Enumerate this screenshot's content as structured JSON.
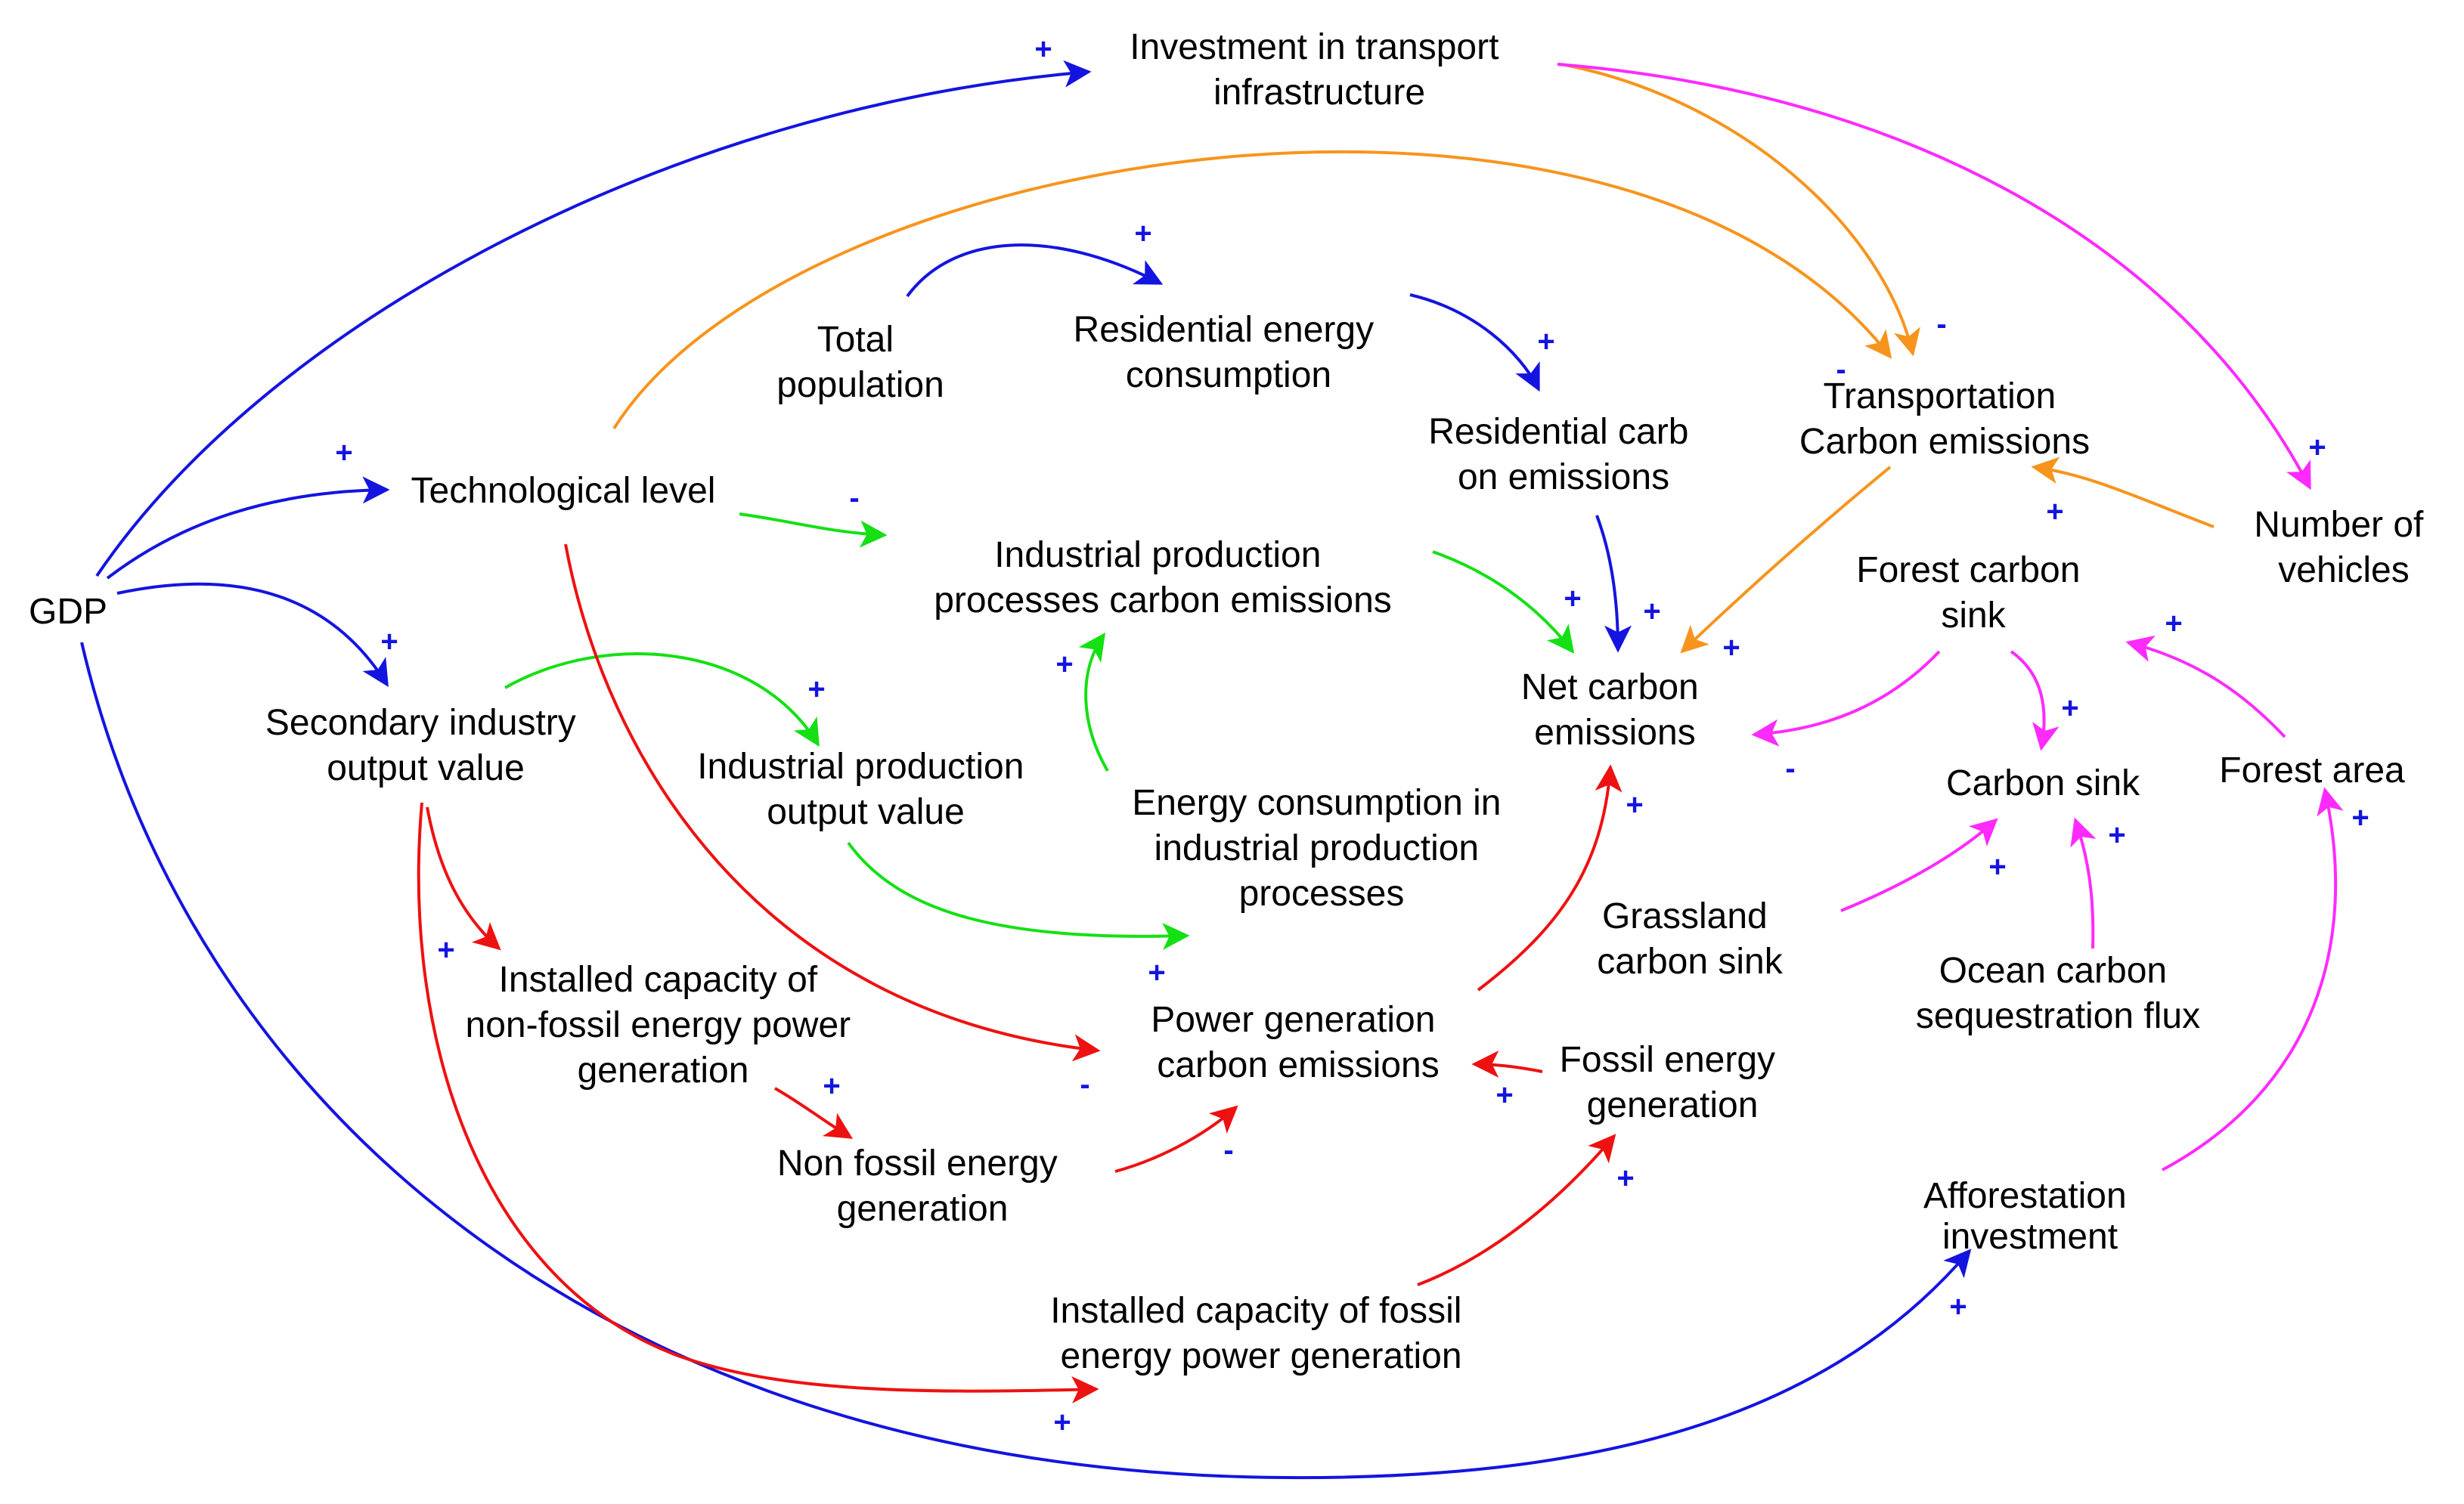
{
  "colors": {
    "blue": "#1414e0",
    "orange": "#f7941d",
    "magenta": "#ff2aff",
    "green": "#14e014",
    "red": "#ee1111",
    "sign": "#1414e0"
  },
  "nodes": {
    "investment_transport": [
      "Investment in transport",
      "infrastructure"
    ],
    "gdp": [
      "GDP"
    ],
    "technological_level": [
      "Technological level"
    ],
    "total_population": [
      "Total",
      "population"
    ],
    "residential_energy": [
      "Residential energy",
      "consumption"
    ],
    "residential_carbon": [
      "Residential carb",
      "on emissions"
    ],
    "transportation_carbon": [
      "Transportation",
      "Carbon emissions"
    ],
    "number_vehicles": [
      "Number of",
      "vehicles"
    ],
    "industrial_process_carbon": [
      "Industrial production",
      "processes carbon emissions"
    ],
    "net_carbon": [
      "Net carbon",
      "emissions"
    ],
    "forest_carbon_sink": [
      "Forest carbon",
      "sink"
    ],
    "secondary_industry": [
      "Secondary industry",
      "output value"
    ],
    "industrial_output": [
      "Industrial production",
      "output value"
    ],
    "energy_consumption_industrial": [
      "Energy consumption in",
      "industrial production",
      "processes"
    ],
    "carbon_sink": [
      "Carbon sink"
    ],
    "forest_area": [
      "Forest area"
    ],
    "grassland_sink": [
      "Grassland",
      "carbon sink"
    ],
    "ocean_flux": [
      "Ocean carbon",
      "sequestration flux"
    ],
    "nonfossil_capacity": [
      "Installed capacity of",
      "non-fossil energy power",
      "generation"
    ],
    "power_carbon": [
      "Power generation",
      "carbon emissions"
    ],
    "fossil_generation": [
      "Fossil energy",
      "generation"
    ],
    "nonfossil_generation": [
      "Non fossil energy",
      "generation"
    ],
    "afforestation": [
      "Afforestation",
      "investment"
    ],
    "fossil_capacity": [
      "Installed capacity of fossil",
      "energy power generation"
    ]
  },
  "links": [
    {
      "from": "GDP",
      "to": "Investment in transport infrastructure",
      "color": "blue",
      "sign": "+"
    },
    {
      "from": "GDP",
      "to": "Technological level",
      "color": "blue",
      "sign": "+"
    },
    {
      "from": "GDP",
      "to": "Secondary industry output value",
      "color": "blue",
      "sign": "+"
    },
    {
      "from": "GDP",
      "to": "Afforestation investment",
      "color": "blue",
      "sign": "+"
    },
    {
      "from": "Total population",
      "to": "Residential energy consumption",
      "color": "blue",
      "sign": "+"
    },
    {
      "from": "Residential energy consumption",
      "to": "Residential carbon emissions",
      "color": "blue",
      "sign": "+"
    },
    {
      "from": "Residential carbon emissions",
      "to": "Net carbon emissions",
      "color": "blue",
      "sign": "+"
    },
    {
      "from": "Investment in transport infrastructure",
      "to": "Transportation Carbon emissions",
      "color": "orange",
      "sign": "-"
    },
    {
      "from": "Technological level",
      "to": "Transportation Carbon emissions",
      "color": "orange",
      "sign": "-"
    },
    {
      "from": "Number of vehicles",
      "to": "Transportation Carbon emissions",
      "color": "orange",
      "sign": "+"
    },
    {
      "from": "Transportation Carbon emissions",
      "to": "Net carbon emissions",
      "color": "orange",
      "sign": "+"
    },
    {
      "from": "Investment in transport infrastructure",
      "to": "Number of vehicles",
      "color": "magenta",
      "sign": "+"
    },
    {
      "from": "Forest carbon sink",
      "to": "Net carbon emissions",
      "color": "magenta",
      "sign": "-"
    },
    {
      "from": "Forest carbon sink",
      "to": "Carbon sink",
      "color": "magenta",
      "sign": "+"
    },
    {
      "from": "Forest area",
      "to": "Forest carbon sink",
      "color": "magenta",
      "sign": "+"
    },
    {
      "from": "Grassland carbon sink",
      "to": "Carbon sink",
      "color": "magenta",
      "sign": "+"
    },
    {
      "from": "Ocean carbon sequestration flux",
      "to": "Carbon sink",
      "color": "magenta",
      "sign": "+"
    },
    {
      "from": "Afforestation investment",
      "to": "Forest area",
      "color": "magenta",
      "sign": "+"
    },
    {
      "from": "Technological level",
      "to": "Industrial production processes carbon emissions",
      "color": "green",
      "sign": "-"
    },
    {
      "from": "Industrial production processes carbon emissions",
      "to": "Net carbon emissions",
      "color": "green",
      "sign": "+"
    },
    {
      "from": "Secondary industry output value",
      "to": "Industrial production output value",
      "color": "green",
      "sign": "+"
    },
    {
      "from": "Energy consumption in industrial production processes",
      "to": "Industrial production processes carbon emissions",
      "color": "green",
      "sign": "+"
    },
    {
      "from": "Industrial production output value",
      "to": "Power generation carbon emissions",
      "color": "green",
      "sign": "+"
    },
    {
      "from": "Technological level",
      "to": "Power generation carbon emissions",
      "color": "red",
      "sign": "-"
    },
    {
      "from": "Secondary industry output value",
      "to": "Installed capacity of non-fossil energy power generation",
      "color": "red",
      "sign": "+"
    },
    {
      "from": "Secondary industry output value",
      "to": "Installed capacity of fossil energy power generation",
      "color": "red",
      "sign": "+"
    },
    {
      "from": "Installed capacity of non-fossil energy power generation",
      "to": "Non fossil energy generation",
      "color": "red",
      "sign": "+"
    },
    {
      "from": "Non fossil energy generation",
      "to": "Power generation carbon emissions",
      "color": "red",
      "sign": "-"
    },
    {
      "from": "Fossil energy generation",
      "to": "Power generation carbon emissions",
      "color": "red",
      "sign": "+"
    },
    {
      "from": "Installed capacity of fossil energy power generation",
      "to": "Fossil energy generation",
      "color": "red",
      "sign": "+"
    },
    {
      "from": "Power generation carbon emissions",
      "to": "Net carbon emissions",
      "color": "red",
      "sign": "+"
    }
  ]
}
